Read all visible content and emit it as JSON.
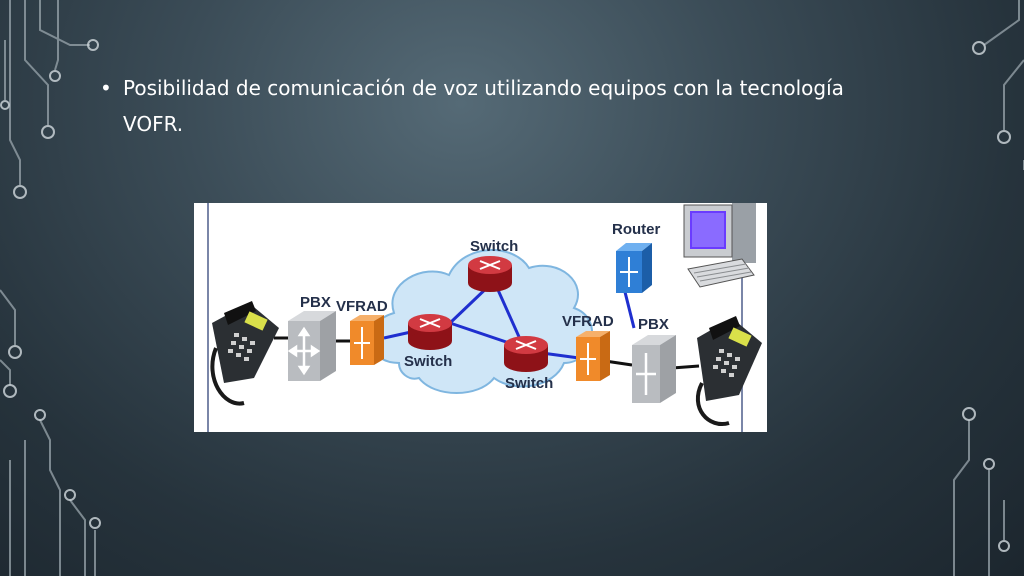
{
  "slide": {
    "bullet_symbol": "•",
    "bullet_text": "Posibilidad de comunicación de voz utilizando equipos con la tecnología VOFR."
  },
  "diagram": {
    "labels": {
      "pbx_left": "PBX",
      "vfrad_left": "VFRAD",
      "switch_top": "Switch",
      "switch_left": "Switch",
      "switch_right": "Switch",
      "vfrad_right": "VFRAD",
      "router": "Router",
      "pbx_right": "PBX"
    },
    "colors": {
      "cloud": "#cfe6f7",
      "switch": "#c0202a",
      "vfrad": "#f08a2a",
      "router": "#2f7fd6",
      "pbx": "#b9bcc0",
      "link": "#1f2fcf"
    }
  }
}
